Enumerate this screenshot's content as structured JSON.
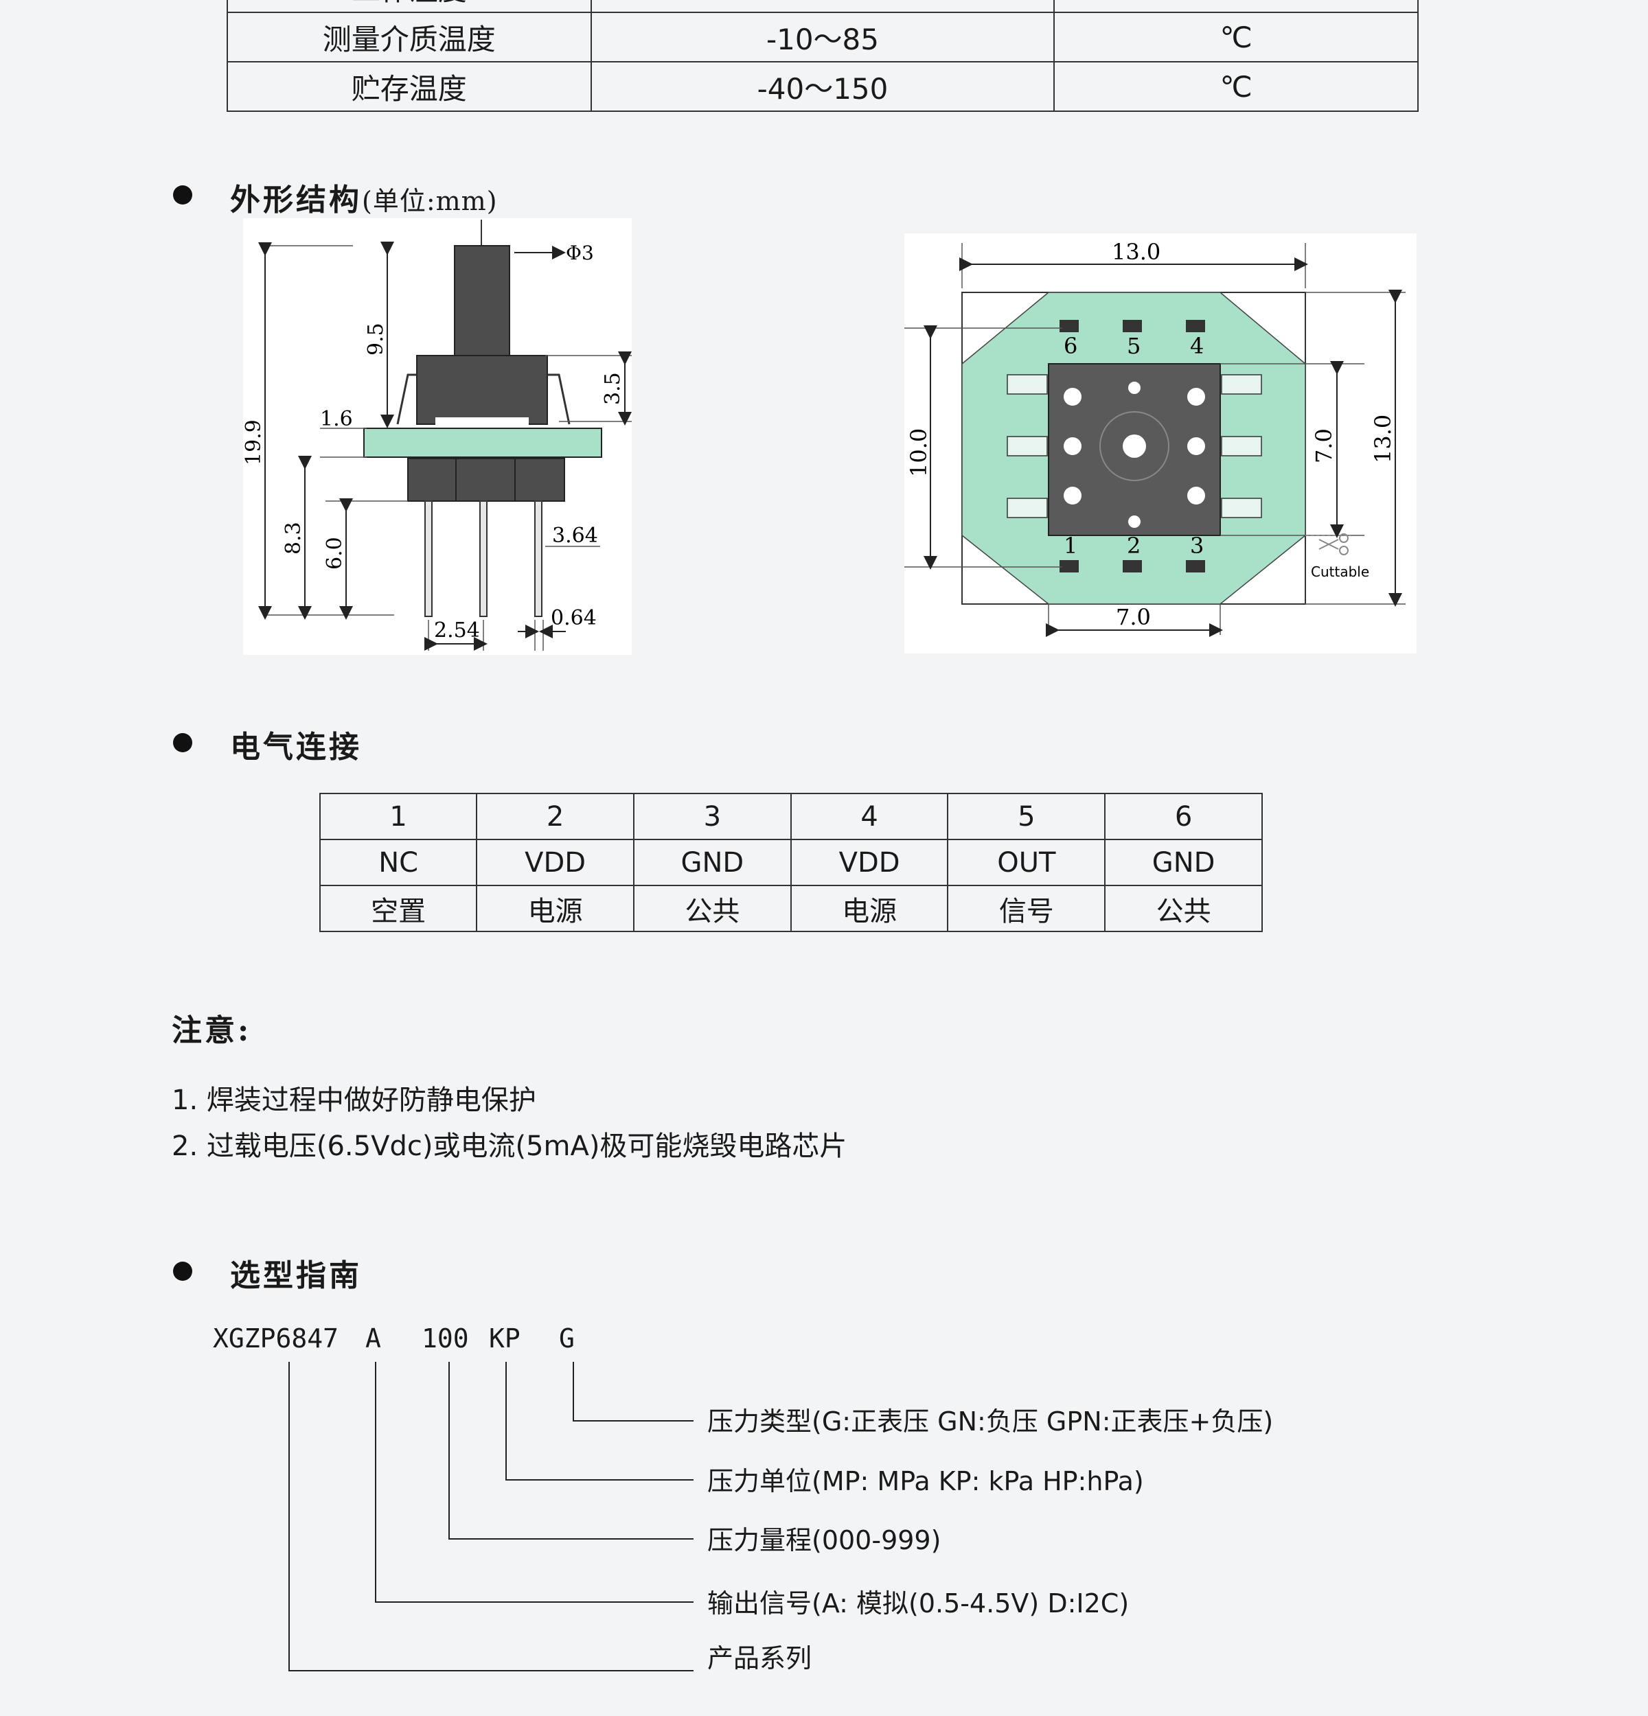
{
  "spec_table": {
    "rows": [
      {
        "name": "工作温度",
        "value": "",
        "unit": ""
      },
      {
        "name": "测量介质温度",
        "value": "-10～85",
        "unit": "℃"
      },
      {
        "name": "贮存温度",
        "value": "-40～150",
        "unit": "℃"
      }
    ]
  },
  "outline": {
    "title": "外形结构",
    "unit": "(单位:mm)",
    "side_view": {
      "dims": {
        "phi": "Φ3",
        "d_9_5": "9.5",
        "d_3_5": "3.5",
        "d_1_6": "1.6",
        "d_19_9": "19.9",
        "d_8_3": "8.3",
        "d_6_0": "6.0",
        "d_3_64": "3.64",
        "d_2_54": "2.54",
        "d_0_64": "0.64"
      }
    },
    "top_view": {
      "dims": {
        "top": "13.0",
        "left": "10.0",
        "right_inner": "7.0",
        "right_outer": "13.0",
        "bottom": "7.0"
      },
      "pins_top": [
        "6",
        "5",
        "4"
      ],
      "pins_bottom": [
        "1",
        "2",
        "3"
      ],
      "cuttable": "Cuttable"
    }
  },
  "electrical": {
    "title": "电气连接",
    "numbers": [
      "1",
      "2",
      "3",
      "4",
      "5",
      "6"
    ],
    "signals": [
      "NC",
      "VDD",
      "GND",
      "VDD",
      "OUT",
      "GND"
    ],
    "meanings": [
      "空置",
      "电源",
      "公共",
      "电源",
      "信号",
      "公共"
    ]
  },
  "notes": {
    "title": "注意:",
    "items": [
      "1. 焊装过程中做好防静电保护",
      "2. 过载电压(6.5Vdc)或电流(5mA)极可能烧毁电路芯片"
    ]
  },
  "guide": {
    "title": "选型指南",
    "model_parts": [
      "XGZP6847",
      "A",
      "100",
      "KP",
      "G"
    ],
    "labels": [
      "压力类型(G:正表压   GN:负压   GPN:正表压+负压)",
      "压力单位(MP: MPa   KP: kPa   HP:hPa)",
      "压力量程(000-999)",
      "输出信号(A: 模拟(0.5-4.5V)   D:I2C)",
      "产品系列"
    ]
  },
  "colors": {
    "background": "#f3f4f6",
    "pcb_green": "#a8e0c8",
    "chip_gray": "#5a5a5a",
    "line": "#333333"
  }
}
